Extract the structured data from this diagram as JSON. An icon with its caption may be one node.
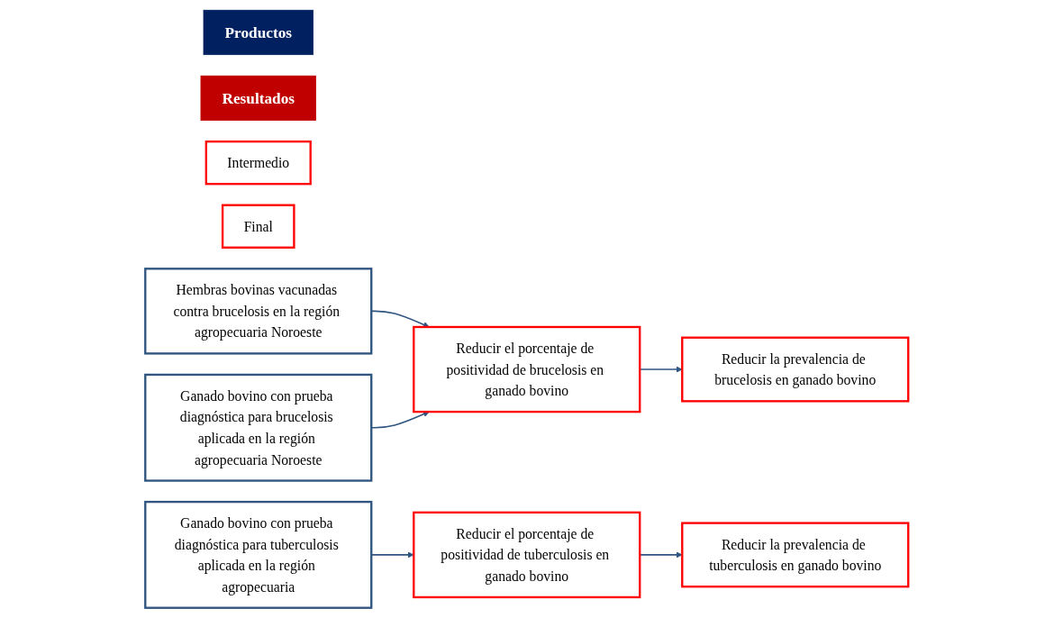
{
  "diagram": {
    "nodes": [
      {
        "text": [
          "Productos"
        ]
      },
      {
        "text": [
          "Resultados"
        ]
      },
      {
        "text": [
          "Intermedio"
        ]
      },
      {
        "text": [
          "Final"
        ]
      },
      {
        "text": [
          "Hembras bovinas vacunadas contra brucelosis en la región agropecuaria Noroeste"
        ]
      },
      {
        "text": [
          "Ganado bovino con prueba diagnóstica para brucelosis aplicada en la región agropecuaria Noroeste"
        ]
      },
      {
        "text": [
          "Ganado bovino con prueba diagnóstica para tuberculosis aplicada en la región agropecuaria"
        ]
      },
      {
        "text": [
          "Reducir el porcentaje de positividad de brucelosis en ganado bovino"
        ]
      },
      {
        "text": [
          "Reducir la prevalencia de brucelosis en ganado bovino"
        ]
      },
      {
        "text": [
          "Reducir el porcentaje de positividad de tuberculosis en ganado bovino"
        ]
      },
      {
        "text": [
          "Reducir la prevalencia de tuberculosis en ganado bovino"
        ]
      }
    ],
    "edges": [
      {
        "from": 4,
        "to": 7,
        "arrow": "to"
      },
      {
        "from": 5,
        "to": 7,
        "arrow": "to"
      },
      {
        "from": 7,
        "to": 8,
        "arrow": "to"
      },
      {
        "from": 6,
        "to": 9,
        "arrow": "to"
      },
      {
        "from": 9,
        "to": 10,
        "arrow": "to"
      }
    ]
  }
}
